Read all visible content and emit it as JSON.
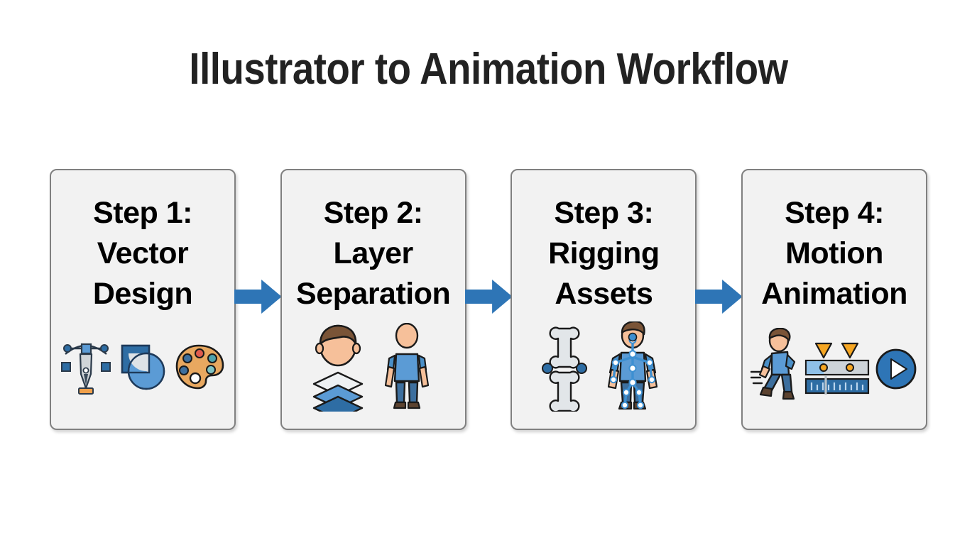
{
  "page": {
    "title": "Illustrator to Animation Workflow",
    "background_color": "#ffffff",
    "title_color": "#222222"
  },
  "theme": {
    "card_fill": "#f2f2f2",
    "card_border": "#808080",
    "arrow_blue": "#2e75b6",
    "accent_blue": "#5b9bd5",
    "deep_blue": "#2e6da4",
    "skin": "#f6c09a",
    "hair_brown": "#7a5437",
    "palette_tan": "#e8a860",
    "keyframe_orange": "#f5a623",
    "outline": "#1a1a1a"
  },
  "flow": {
    "steps": [
      {
        "id": "step-1",
        "label": "Step 1:\nVector\nDesign",
        "icons": [
          "pen-tool-icon",
          "shapes-icon",
          "color-palette-icon"
        ]
      },
      {
        "id": "step-2",
        "label": "Step 2:\nLayer\nSeparation",
        "icons": [
          "head-icon",
          "layers-stack-icon",
          "character-parts-icon"
        ]
      },
      {
        "id": "step-3",
        "label": "Step 3:\nRigging\nAssets",
        "icons": [
          "bones-icon",
          "rigged-character-icon"
        ]
      },
      {
        "id": "step-4",
        "label": "Step 4:\nMotion\nAnimation",
        "icons": [
          "walking-figure-icon",
          "timeline-keyframes-icon",
          "play-button-icon"
        ]
      }
    ],
    "connectors": [
      {
        "id": "arrow-1-2",
        "direction": "right"
      },
      {
        "id": "arrow-2-3",
        "direction": "right"
      },
      {
        "id": "arrow-3-4",
        "direction": "right"
      }
    ]
  }
}
